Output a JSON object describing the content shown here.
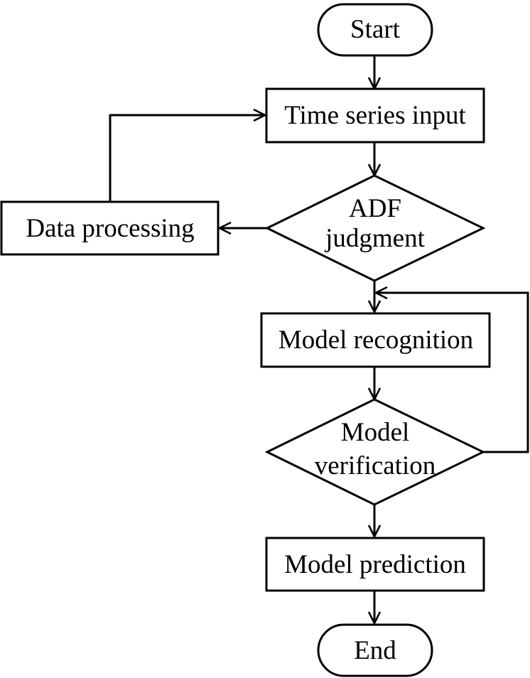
{
  "nodes": {
    "start": "Start",
    "time_series_input": "Time series input",
    "adf_judgment": [
      "ADF",
      "judgment"
    ],
    "data_processing": "Data processing",
    "model_recognition": "Model recognition",
    "model_verification": [
      "Model",
      "verification"
    ],
    "model_prediction": "Model prediction",
    "end": "End"
  }
}
